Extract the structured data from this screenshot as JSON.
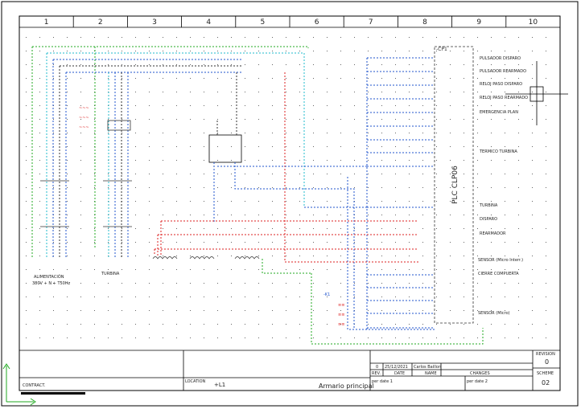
{
  "sheet": {
    "column_numbers": [
      "1",
      "2",
      "3",
      "4",
      "5",
      "6",
      "7",
      "8",
      "9",
      "10"
    ]
  },
  "diagram": {
    "supply_label": "ALIMENTACIÓN",
    "supply_spec": "380V + N + T50Hz",
    "motor_label": "TURBINA",
    "plc_label": "PLC CLP06",
    "plc_tag": "-CP1",
    "input_labels": [
      "PULSADOR DISPARO",
      "PULSADOR REARMADO",
      "RELOJ PASO DISPARO",
      "RELOJ PASO REARMADO",
      "EMERGENCIA PLAN"
    ],
    "mid_label": "TERMICO TURBINA",
    "output_labels": [
      "TURBINA",
      "DISPARO",
      "REARMADOR"
    ],
    "lower_labels": [
      "SENSOR (Micro Interr.)",
      "CIERRE COMPUERTA",
      "SENSOR (Micro)"
    ],
    "side_tag": "-K1"
  },
  "title_block": {
    "revision_heading": "REVISION",
    "revision_value": "0",
    "scheme_heading": "SCHEME",
    "scheme_value": "02",
    "rev_row": {
      "rev": "0",
      "date": "25/12/2021",
      "name": "Carlos Baillon"
    },
    "col_rev": "REV.",
    "col_date": "DATE",
    "col_name": "NAME",
    "col_changes": "CHANGES",
    "per_date_1": "per date 1",
    "per_date_2": "per date 2",
    "contract_label": "CONTRACT.",
    "location_label": "LOCATION",
    "location_value": "+L1",
    "drawing_title": "Armario principal"
  }
}
